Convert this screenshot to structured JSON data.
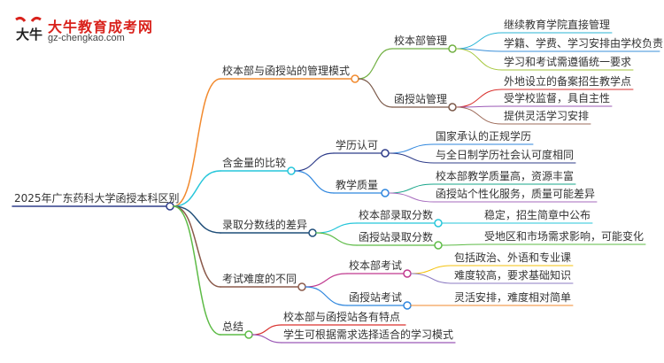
{
  "brand": {
    "name": "大牛教育成考网",
    "url": "gz-chengkao.com",
    "mark_text": "大牛"
  },
  "mindmap": {
    "root": "2025年广东药科大学函授本科区别",
    "branches": [
      {
        "label": "校本部与函授站的管理模式",
        "color": "#f28a2e",
        "children": [
          {
            "label": "校本部管理",
            "color": "#72b043",
            "children": [
              {
                "label": "继续教育学院直接管理",
                "color": "#29b6d6"
              },
              {
                "label": "学籍、学费、学习安排由学校负责",
                "color": "#3a8fd9"
              },
              {
                "label": "学习和考试需遵循统一要求",
                "color": "#a4c639"
              }
            ]
          },
          {
            "label": "函授站管理",
            "color": "#7a5848",
            "children": [
              {
                "label": "外地设立的备案招生教学点",
                "color": "#d9322f"
              },
              {
                "label": "受学校监督，具自主性",
                "color": "#9b59b6"
              },
              {
                "label": "提供灵活学习安排",
                "color": "#9e6b5a"
              }
            ]
          }
        ]
      },
      {
        "label": "含金量的比较",
        "color": "#26c6da",
        "children": [
          {
            "label": "学历认可",
            "color": "#2f3d8a",
            "children": [
              {
                "label": "国家承认的正规学历",
                "color": "#2e86de"
              },
              {
                "label": "与全日制学历社会认可度相同",
                "color": "#2f3d8a"
              }
            ]
          },
          {
            "label": "教学质量",
            "color": "#2e86de",
            "children": [
              {
                "label": "校本部教学质量高，资源丰富",
                "color": "#17a589"
              },
              {
                "label": "函授站个性化服务，质量可能差异",
                "color": "#a569bd"
              }
            ]
          }
        ]
      },
      {
        "label": "录取分数线的差异",
        "color": "#1f4e79",
        "children": [
          {
            "label": "校本部录取分数",
            "color": "#26c6da",
            "children": [
              {
                "label": "稳定，招生简章中公布",
                "color": "#26c6da"
              }
            ]
          },
          {
            "label": "函授站录取分数",
            "color": "#5dbb46",
            "children": [
              {
                "label": "受地区和市场需求影响，可能变化",
                "color": "#5dbb46"
              }
            ]
          }
        ]
      },
      {
        "label": "考试难度的不同",
        "color": "#8b5a4b",
        "children": [
          {
            "label": "校本部考试",
            "color": "#c0398f",
            "children": [
              {
                "label": "包括政治、外语和专业课",
                "color": "#f4c20d"
              },
              {
                "label": "难度较高，要求基础知识",
                "color": "#8e7cc3"
              }
            ]
          },
          {
            "label": "函授站考试",
            "color": "#2e86de",
            "children": [
              {
                "label": "灵活安排，难度相对简单",
                "color": "#f28a2e"
              }
            ]
          }
        ]
      },
      {
        "label": "总结",
        "color": "#5dbb46",
        "children": [
          {
            "label": "校本部与函授站各有特点",
            "color": "#d9322f",
            "children": []
          },
          {
            "label": "学生可根据需求选择适合的学习模式",
            "color": "#9b59b6",
            "children": []
          }
        ]
      }
    ]
  }
}
